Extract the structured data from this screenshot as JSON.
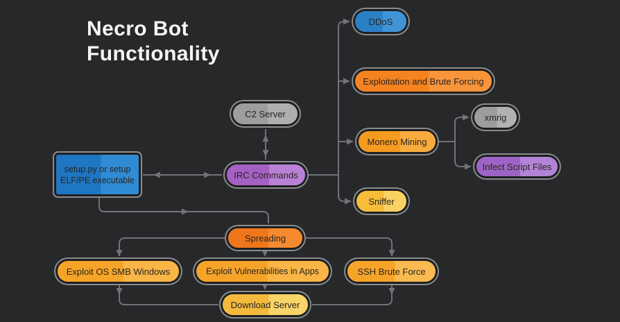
{
  "title": {
    "line1": "Necro Bot",
    "line2": "Functionality"
  },
  "colors": {
    "background": "#27282a",
    "connector": "#717376",
    "node_outline": "#8a8c8e",
    "node_text": "#2a2520",
    "title_text": "#f5f5f5"
  },
  "nodes": {
    "setup_executable": {
      "label_line1": "setup.py or setup",
      "label_line2": "ELF/PE executable",
      "fill_left": "#1f76c2",
      "fill_right": "#2f8bd4",
      "shape": "rect"
    },
    "c2_server": {
      "label": "C2 Server",
      "fill_left": "#9d9d9d",
      "fill_right": "#aeaeae",
      "shape": "pill"
    },
    "irc_commands": {
      "label": "IRC Commands",
      "fill_left": "#a560c4",
      "fill_right": "#b981d5",
      "shape": "pill"
    },
    "ddos": {
      "label": "DDoS",
      "fill_left": "#2a80c5",
      "fill_right": "#3f94d7",
      "shape": "pill"
    },
    "exploitation": {
      "label": "Exploitation and Brute Forcing",
      "fill_left": "#f5831f",
      "fill_right": "#f8943a",
      "shape": "pill"
    },
    "monero_mining": {
      "label": "Monero Mining",
      "fill_left": "#f59b1f",
      "fill_right": "#f9ac3d",
      "shape": "pill"
    },
    "xmrig": {
      "label": "xmrig",
      "fill_left": "#9d9d9d",
      "fill_right": "#b2b2b2",
      "shape": "pill"
    },
    "infect_script_files": {
      "label": "Infect Script Files",
      "fill_left": "#9e63c6",
      "fill_right": "#b283d6",
      "shape": "pill"
    },
    "sniffer": {
      "label": "Sniffer",
      "fill_left": "#f6bc3a",
      "fill_right": "#fad163",
      "shape": "pill"
    },
    "spreading": {
      "label": "Spreading",
      "fill_left": "#f0761c",
      "fill_right": "#f58a2f",
      "shape": "pill"
    },
    "exploit_os_smb": {
      "label": "Exploit OS SMB Windows",
      "fill_left": "#f6a428",
      "fill_right": "#f9b546",
      "shape": "pill"
    },
    "exploit_vuln_apps": {
      "label": "Exploit Vulnerabilities in Apps",
      "fill_left": "#f6a428",
      "fill_right": "#f9b546",
      "shape": "pill"
    },
    "ssh_brute_force": {
      "label": "SSH Brute Force",
      "fill_left": "#f6a428",
      "fill_right": "#f9ba50",
      "shape": "pill"
    },
    "download_server": {
      "label": "Download Server",
      "fill_left": "#f3ba3c",
      "fill_right": "#f9d468",
      "shape": "pill"
    }
  },
  "edges": [
    {
      "from": "c2_server",
      "to": "irc_commands",
      "type": "bidirectional"
    },
    {
      "from": "setup_executable",
      "to": "irc_commands",
      "type": "bidirectional"
    },
    {
      "from": "irc_commands",
      "to": "ddos",
      "type": "arrow"
    },
    {
      "from": "irc_commands",
      "to": "exploitation",
      "type": "arrow"
    },
    {
      "from": "irc_commands",
      "to": "monero_mining",
      "type": "arrow"
    },
    {
      "from": "irc_commands",
      "to": "sniffer",
      "type": "arrow"
    },
    {
      "from": "monero_mining",
      "to": "xmrig",
      "type": "arrow"
    },
    {
      "from": "monero_mining",
      "to": "infect_script_files",
      "type": "arrow"
    },
    {
      "from": "setup_executable",
      "to": "spreading",
      "type": "arrow"
    },
    {
      "from": "spreading",
      "to": "exploit_os_smb",
      "type": "arrow"
    },
    {
      "from": "spreading",
      "to": "exploit_vuln_apps",
      "type": "arrow"
    },
    {
      "from": "spreading",
      "to": "ssh_brute_force",
      "type": "arrow"
    },
    {
      "from": "exploit_os_smb",
      "to": "download_server",
      "type": "arrow"
    },
    {
      "from": "exploit_vuln_apps",
      "to": "download_server",
      "type": "arrow"
    },
    {
      "from": "ssh_brute_force",
      "to": "download_server",
      "type": "arrow"
    }
  ]
}
